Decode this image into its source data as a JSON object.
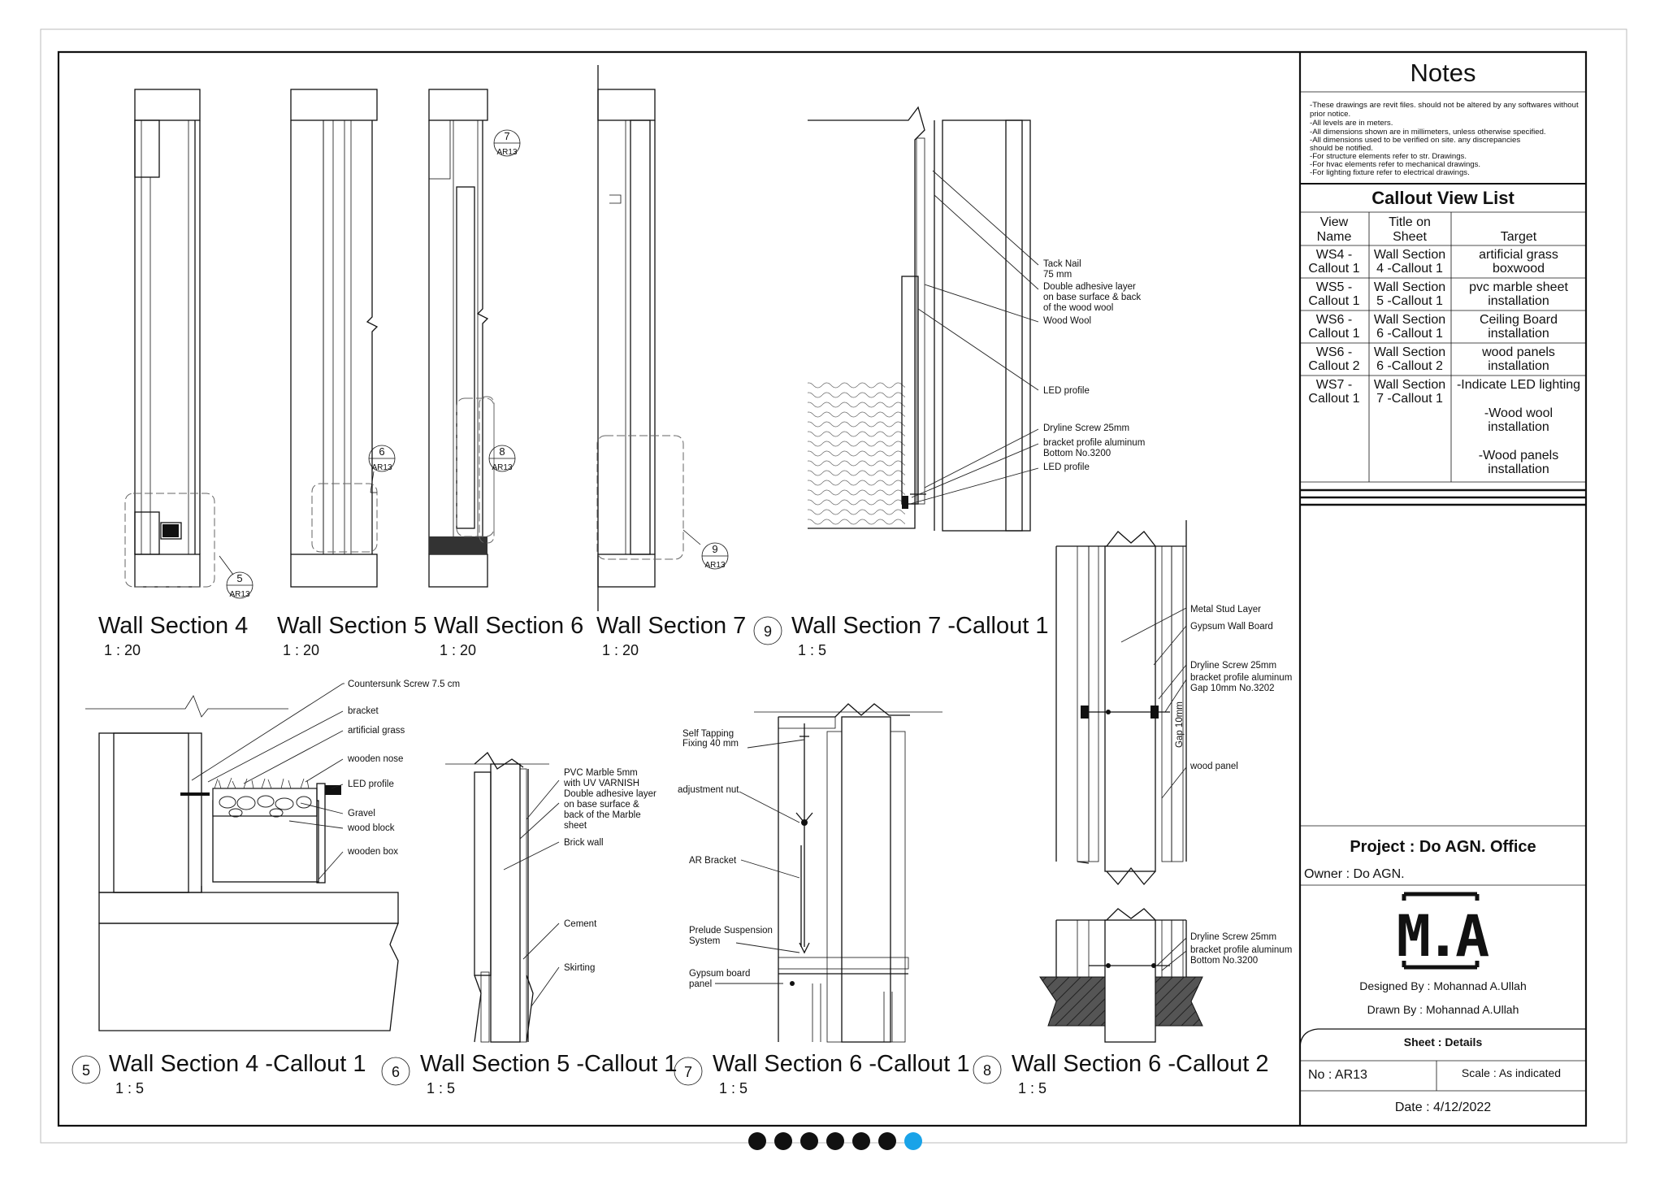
{
  "sheet_info": {
    "notes_title": "Notes",
    "notes": [
      "-These drawings are revit files. should not be altered by any softwares without",
      "prior notice.",
      "-All levels are in meters.",
      "-All dimensions shown are in millimeters, unless otherwise specified.",
      "-All dimensions used to be verified on site. any discrepancies",
      "should be notified.",
      "-For structure elements refer to str. Drawings.",
      "-For hvac elements refer to mechanical drawings.",
      "-For lighting fixture refer to electrical drawings."
    ],
    "callout_title": "Callout View List",
    "callout_headers": [
      [
        "View",
        "Name"
      ],
      [
        "Title on",
        "Sheet"
      ],
      [
        "",
        "Target"
      ]
    ],
    "callout_rows": [
      {
        "name": [
          "WS4 -",
          "Callout 1"
        ],
        "title": [
          "Wall Section",
          "4 -Callout 1"
        ],
        "target": [
          "artificial grass",
          "boxwood"
        ]
      },
      {
        "name": [
          "WS5 -",
          "Callout 1"
        ],
        "title": [
          "Wall Section",
          "5 -Callout 1"
        ],
        "target": [
          "pvc marble sheet",
          "installation"
        ]
      },
      {
        "name": [
          "WS6 -",
          "Callout 1"
        ],
        "title": [
          "Wall Section",
          "6 -Callout 1"
        ],
        "target": [
          "Ceiling Board",
          "installation"
        ]
      },
      {
        "name": [
          "WS6 -",
          "Callout 2"
        ],
        "title": [
          "Wall Section",
          "6 -Callout 2"
        ],
        "target": [
          "wood panels",
          "installation"
        ]
      },
      {
        "name": [
          "WS7 -",
          "Callout 1"
        ],
        "title": [
          "Wall Section",
          "7 -Callout 1"
        ],
        "target": [
          "-Indicate LED lighting",
          "",
          "-Wood wool",
          "installation",
          "",
          "-Wood panels",
          "installation"
        ]
      }
    ],
    "project": "Project : Do AGN. Office",
    "owner": "Owner : Do AGN.",
    "logo_text": "M.A",
    "designed_by": "Designed By : Mohannad A.Ullah",
    "drawn_by": "Drawn By : Mohannad A.Ullah",
    "sheet_label": "Sheet : Details",
    "sheet_no": "No : AR13",
    "scale": "Scale : As indicated",
    "date": "Date : 4/12/2022"
  },
  "views": {
    "ws4": {
      "title": "Wall Section 4",
      "scale": "1 : 20"
    },
    "ws5": {
      "title": "Wall Section 5",
      "scale": "1 : 20"
    },
    "ws6": {
      "title": "Wall Section 6",
      "scale": "1 : 20"
    },
    "ws7": {
      "title": "Wall Section 7",
      "scale": "1 : 20"
    },
    "ws7c1": {
      "number": "9",
      "title": "Wall Section 7 -Callout 1",
      "scale": "1 : 5"
    },
    "ws4c1": {
      "number": "5",
      "title": "Wall Section 4 -Callout 1",
      "scale": "1 : 5"
    },
    "ws5c1": {
      "number": "6",
      "title": "Wall Section 5 -Callout 1",
      "scale": "1 : 5"
    },
    "ws6c1": {
      "number": "7",
      "title": "Wall Section 6 -Callout 1",
      "scale": "1 : 5"
    },
    "ws6c2": {
      "number": "8",
      "title": "Wall Section 6 -Callout 2",
      "scale": "1 : 5"
    }
  },
  "callout_tags": {
    "tag5": {
      "number": "5",
      "sheet": "AR13"
    },
    "tag6": {
      "number": "6",
      "sheet": "AR13"
    },
    "tag7": {
      "number": "7",
      "sheet": "AR13"
    },
    "tag8": {
      "number": "8",
      "sheet": "AR13"
    },
    "tag9": {
      "number": "9",
      "sheet": "AR13"
    }
  },
  "labels": {
    "ws7c1": [
      "Tack Nail",
      " 75 mm",
      "Double adhesive layer",
      "on base surface & back",
      "of the wood wool",
      "Wood Wool",
      "LED profile",
      "Dryline Screw 25mm",
      "bracket profile aluminum",
      "Bottom No.3200",
      "LED profile"
    ],
    "ws4c1": [
      "Countersunk Screw 7.5 cm",
      "bracket",
      "artificial grass",
      "wooden nose",
      "LED profile",
      "Gravel",
      "wood block",
      "wooden box"
    ],
    "ws5c1": [
      "PVC Marble 5mm",
      "with UV VARNISH",
      "Double adhesive layer",
      "on base surface &",
      "back of the Marble",
      "sheet",
      "Brick wall",
      "Cement",
      "Skirting"
    ],
    "ws6c1": [
      "Self Tapping",
      "Fixing 40 mm",
      "adjustment nut",
      "AR Bracket",
      "Prelude Suspension",
      "System",
      "Gypsum board",
      "panel"
    ],
    "ws6c2_top": [
      "Metal Stud Layer",
      "Gypsum Wall Board",
      "Dryline Screw 25mm",
      "bracket profile aluminum",
      "Gap 10mm No.3202",
      "wood panel",
      "Gap 10mm"
    ],
    "ws6c2_bottom": [
      "Dryline Screw 25mm",
      "bracket profile aluminum",
      "Bottom No.3200"
    ]
  },
  "pager": {
    "count": 7,
    "active_index": 6,
    "dot_color": "#111111",
    "active_color": "#1aa3e8"
  }
}
